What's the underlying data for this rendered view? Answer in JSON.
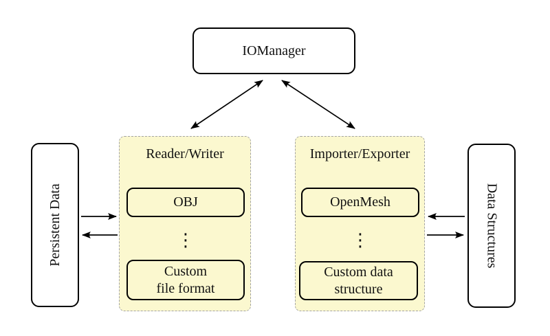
{
  "diagram": {
    "io_manager": {
      "label": "IOManager"
    },
    "persistent_data": {
      "label": "Persistent Data"
    },
    "data_structures": {
      "label": "Data Structures"
    },
    "reader_writer": {
      "title": "Reader/Writer",
      "format_top": "OBJ",
      "ellipsis": "⋮",
      "format_bottom_line1": "Custom",
      "format_bottom_line2": "file format"
    },
    "importer_exporter": {
      "title": "Importer/Exporter",
      "adapter_top": "OpenMesh",
      "ellipsis": "⋮",
      "adapter_bottom_line1": "Custom data",
      "adapter_bottom_line2": "structure"
    },
    "colors": {
      "group_fill": "#fbf8cf",
      "group_border": "#a3a3a3",
      "node_fill": "#ffffff",
      "node_border": "#000000",
      "arrow": "#000000"
    }
  }
}
